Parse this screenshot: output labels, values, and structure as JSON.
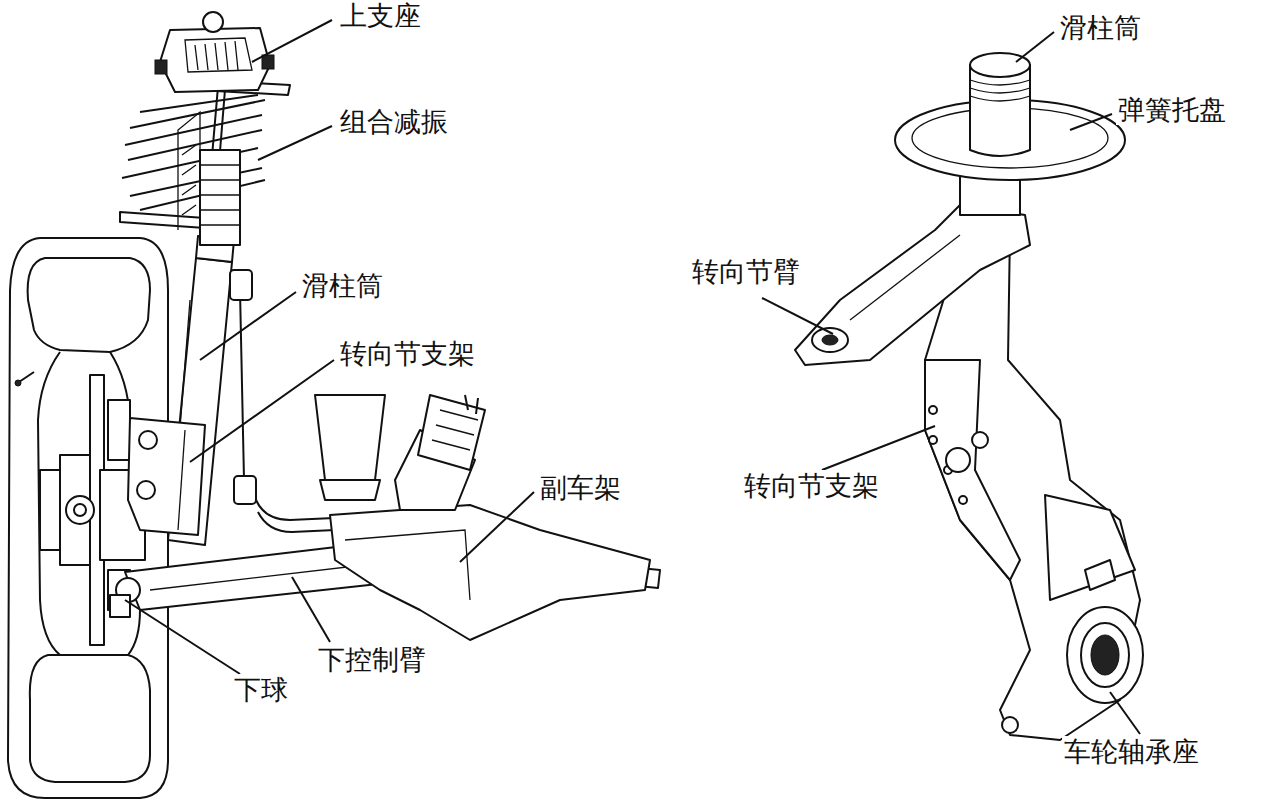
{
  "diagram": {
    "labels": [
      "上支座",
      "组合减振",
      "滑柱筒",
      "转向节支架",
      "副车架",
      "下控制臂",
      "下球",
      "滑柱筒",
      "弹簧托盘",
      "转向节臂",
      "转向节支架",
      "车轮轴承座"
    ]
  }
}
